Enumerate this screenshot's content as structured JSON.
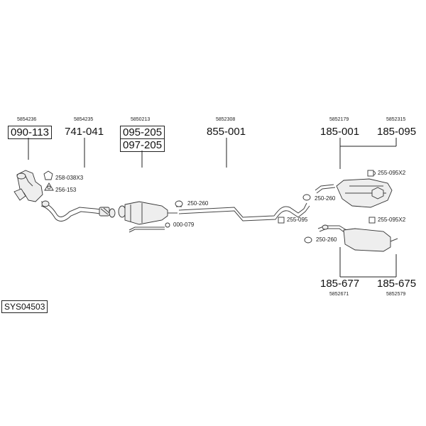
{
  "diagram": {
    "system_code": "SYS04503",
    "groups": [
      {
        "ref": "5854236",
        "parts": [
          "090-113"
        ]
      },
      {
        "ref": "5854235",
        "parts": [
          "741-041"
        ]
      },
      {
        "ref": "5850213",
        "parts": [
          "095-205",
          "097-205"
        ]
      },
      {
        "ref": "5852308",
        "parts": [
          "855-001"
        ]
      },
      {
        "ref": "5852179",
        "parts": [
          "185-001"
        ]
      },
      {
        "ref": "5852315",
        "parts": [
          "185-095"
        ]
      },
      {
        "ref": "5852671",
        "parts": [
          "185-677"
        ]
      },
      {
        "ref": "5852579",
        "parts": [
          "185-675"
        ]
      }
    ],
    "accessories": [
      "258-038X3",
      "256-153",
      "250-260",
      "000-079",
      "255-095X2",
      "250-260",
      "255-095",
      "255-095X2",
      "250-260"
    ]
  }
}
